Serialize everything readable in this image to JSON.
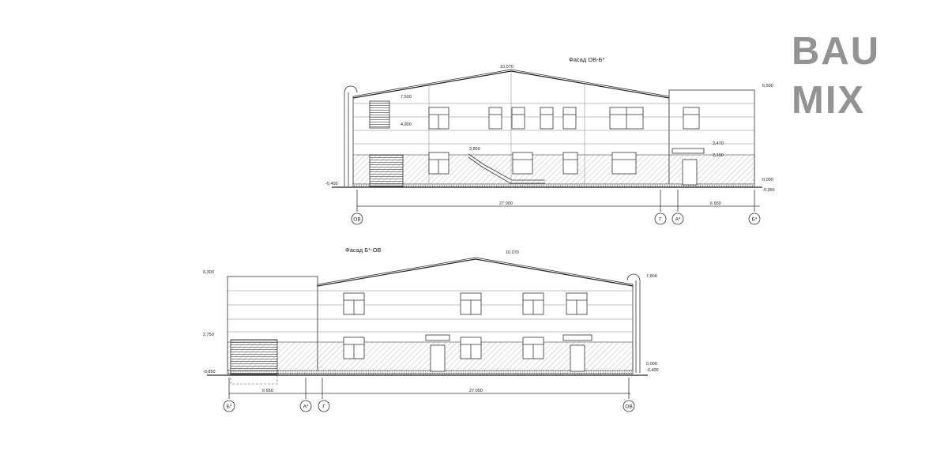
{
  "brand": {
    "logo_line1": "BAU",
    "logo_line2": "MIX",
    "logo_color": "#939393"
  },
  "facade_top": {
    "title": "Фасад ОВ-Б*",
    "levels": {
      "ridge": "10,070",
      "right_block": "6,500",
      "left_upper": "7,500",
      "left_mid": "4,900",
      "ramp": "2,850",
      "canopy_top": "3,470",
      "canopy_bottom": "2,100",
      "ground_right": "0,000",
      "ground_right_low": "-0,350",
      "ground_left": "-0,400"
    },
    "dims": {
      "span_main": "27 000",
      "span_side": "6 650"
    },
    "axes": [
      "ОВ",
      "Г",
      "А*",
      "Б*"
    ]
  },
  "facade_bottom": {
    "title": "Фасад Б*-ОВ",
    "levels": {
      "ridge": "10,070",
      "left_block": "6,300",
      "right_top": "7,800",
      "gate": "2,750",
      "ground_left": "-0,850",
      "ground_right": "0,000",
      "ground_right_low": "-0,400"
    },
    "dims": {
      "span_side": "6 650",
      "span_main": "27 000"
    },
    "axes": [
      "Б*",
      "А*",
      "Г",
      "ОВ"
    ]
  }
}
